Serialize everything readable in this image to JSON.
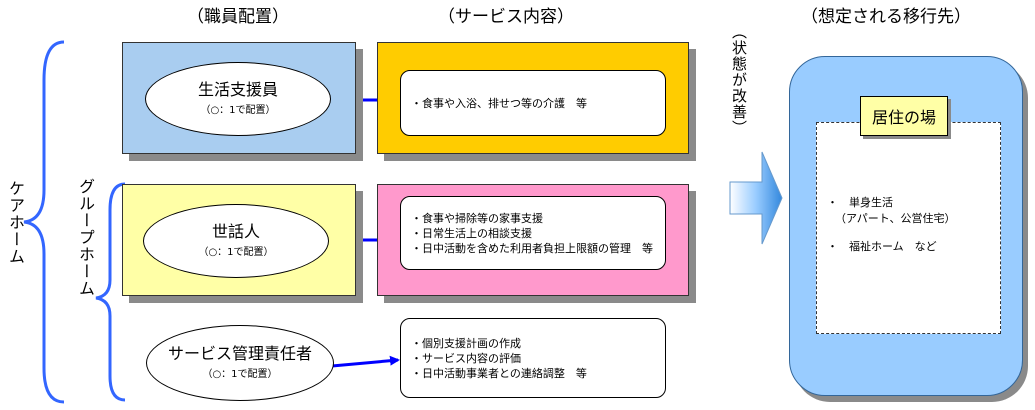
{
  "headers": {
    "staff": "（職員配置）",
    "service": "（サービス内容）",
    "status": "（状態が改善）",
    "destination": "（想定される移行先）"
  },
  "side_labels": {
    "care_home": "ケアホーム",
    "group_home": "グループホーム"
  },
  "staff_roles": [
    {
      "title": "生活支援員",
      "ratio": "（○：1で配置）",
      "color": "#a9cdf0"
    },
    {
      "title": "世話人",
      "ratio": "（○：1で配置）",
      "color": "#ffffa6"
    },
    {
      "title": "サービス管理責任者",
      "ratio": "（○：1で配置）",
      "color": "#ffffff"
    }
  ],
  "services": [
    {
      "lines": [
        "・食事や入浴、排せつ等の介護　等"
      ],
      "color": "#ffcc00"
    },
    {
      "lines": [
        "・食事や掃除等の家事支援",
        "・日常生活上の相談支援",
        "・日中活動を含めた利用者負担上限額の管理　等"
      ],
      "color": "#ff99cc"
    },
    {
      "lines": [
        "・個別支援計画の作成",
        "・サービス内容の評価",
        "・日中活動事業者との連絡調整　等"
      ],
      "color": "#ffffff"
    }
  ],
  "destination": {
    "title": "居住の場",
    "items": [
      "・　単身生活",
      "（アパート、公営住宅）",
      "・　福祉ホーム　など"
    ],
    "color": "#99ccff"
  },
  "colors": {
    "arrow": "#0000ff",
    "bracket": "#3366ff"
  }
}
